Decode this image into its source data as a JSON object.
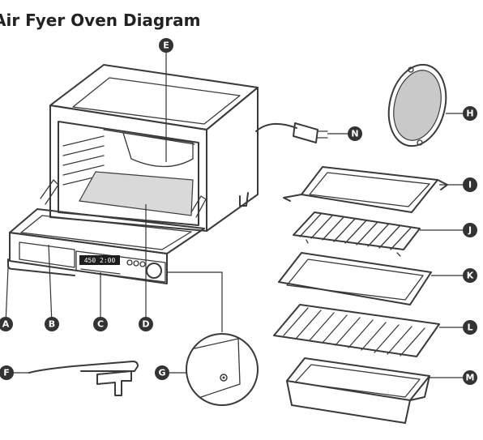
{
  "title": "Air Fyer Oven Diagram",
  "colors": {
    "ink": "#333333",
    "fill_gray": "#d9d9d9",
    "mesh_gray": "#c9c9c9"
  },
  "labels": {
    "A": "A",
    "B": "B",
    "C": "C",
    "D": "D",
    "E": "E",
    "F": "F",
    "G": "G",
    "H": "H",
    "I": "I",
    "J": "J",
    "K": "K",
    "L": "L",
    "M": "M",
    "N": "N"
  },
  "display": {
    "readout": "450 2:00"
  }
}
